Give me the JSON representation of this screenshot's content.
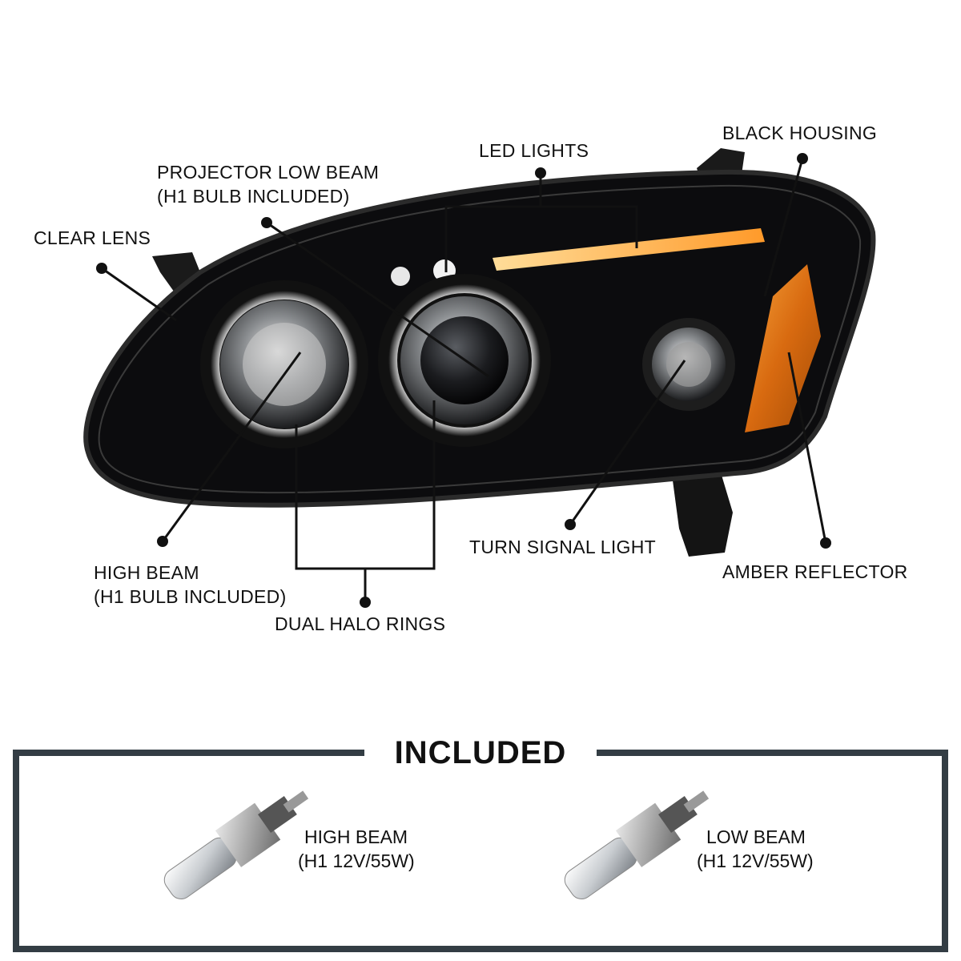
{
  "callouts": {
    "clear_lens": "CLEAR LENS",
    "projector_low_beam_line1": "PROJECTOR LOW BEAM",
    "projector_low_beam_line2": "(H1 BULB INCLUDED)",
    "led_lights": "LED LIGHTS",
    "black_housing": "BLACK HOUSING",
    "high_beam_line1": "HIGH BEAM",
    "high_beam_line2": "(H1 BULB INCLUDED)",
    "dual_halo_rings": "DUAL HALO RINGS",
    "turn_signal_light": "TURN SIGNAL LIGHT",
    "amber_reflector": "AMBER REFLECTOR"
  },
  "included": {
    "title": "INCLUDED",
    "items": [
      {
        "line1": "HIGH BEAM",
        "line2": "(H1 12V/55W)"
      },
      {
        "line1": "LOW BEAM",
        "line2": "(H1 12V/55W)"
      }
    ]
  },
  "colors": {
    "housing": "#0c0c0e",
    "amber": "#e07a10",
    "led": "#ffb24a",
    "frame": "#333d44",
    "callout": "#111111"
  }
}
